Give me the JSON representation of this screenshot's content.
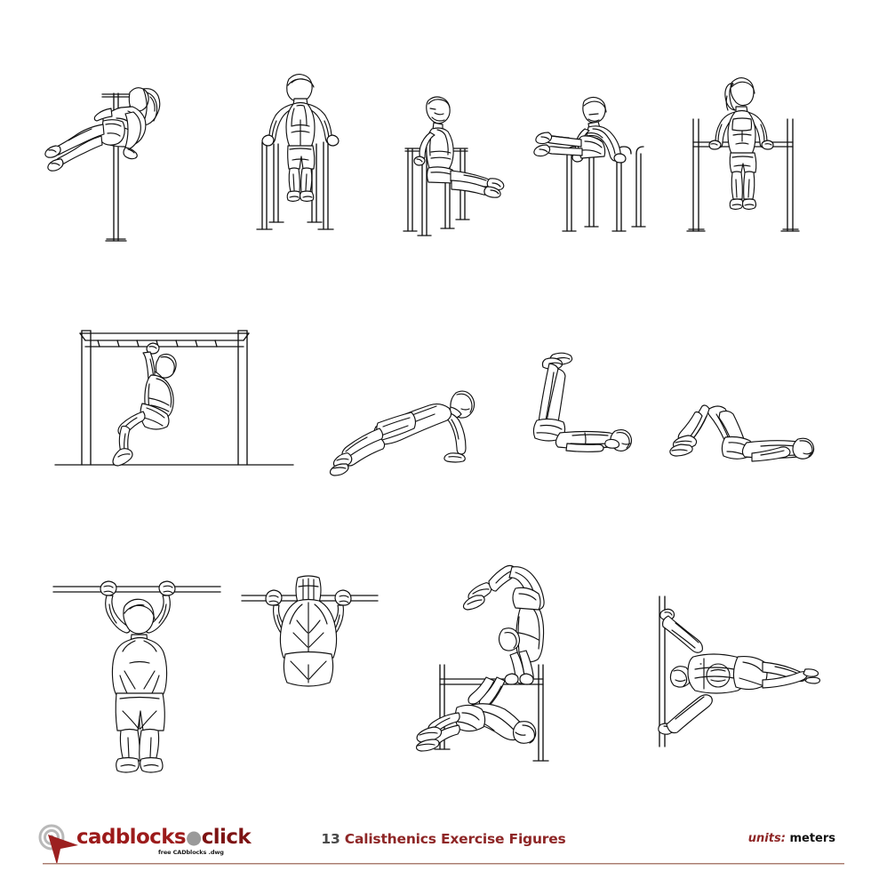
{
  "sheet": {
    "title_number": "13",
    "title_text": " Calisthenics Exercise Figures",
    "background_color": "#ffffff",
    "line_color": "#111111"
  },
  "logo": {
    "brand_part1": "cadblocks",
    "brand_dot": "●",
    "brand_part2": "click",
    "tagline": "free CADblocks .dwg",
    "brand_color": "#9c1b1b",
    "dot_color": "#9a9a9a",
    "cursor_color": "#9c2020",
    "target_color": "#b0b0b0"
  },
  "units": {
    "label": "units:",
    "value": "meters",
    "label_color": "#8e2626"
  },
  "figures": [
    {
      "id": 1,
      "name": "L-sit hold on vertical pole (female)",
      "row": 1,
      "col": 1
    },
    {
      "id": 2,
      "name": "Parallel bar dip, front view (male)",
      "row": 1,
      "col": 2
    },
    {
      "id": 3,
      "name": "L-sit on parallel bars, side view (male)",
      "row": 1,
      "col": 3
    },
    {
      "id": 4,
      "name": "L-sit on parallel bars, mirrored (male)",
      "row": 1,
      "col": 4
    },
    {
      "id": 5,
      "name": "Straight bar dip / muscle-up (female)",
      "row": 1,
      "col": 5
    },
    {
      "id": 6,
      "name": "Monkey bars hang traverse (male)",
      "row": 2,
      "col": 1
    },
    {
      "id": 7,
      "name": "Push-up plank position (male)",
      "row": 2,
      "col": 2
    },
    {
      "id": 8,
      "name": "Lying leg raise, legs vertical (male)",
      "row": 2,
      "col": 3
    },
    {
      "id": 9,
      "name": "Lying crunch, knees bent (male)",
      "row": 2,
      "col": 4
    },
    {
      "id": 10,
      "name": "Pull-up dead hang, front view (male)",
      "row": 3,
      "col": 1
    },
    {
      "id": 11,
      "name": "Pull-up, rear top view (male)",
      "row": 3,
      "col": 2
    },
    {
      "id": 12,
      "name": "Bar handstand with low lunge figure (male)",
      "row": 3,
      "col": 3
    },
    {
      "id": 13,
      "name": "Human flag on vertical pole (male)",
      "row": 3,
      "col": 4
    }
  ]
}
